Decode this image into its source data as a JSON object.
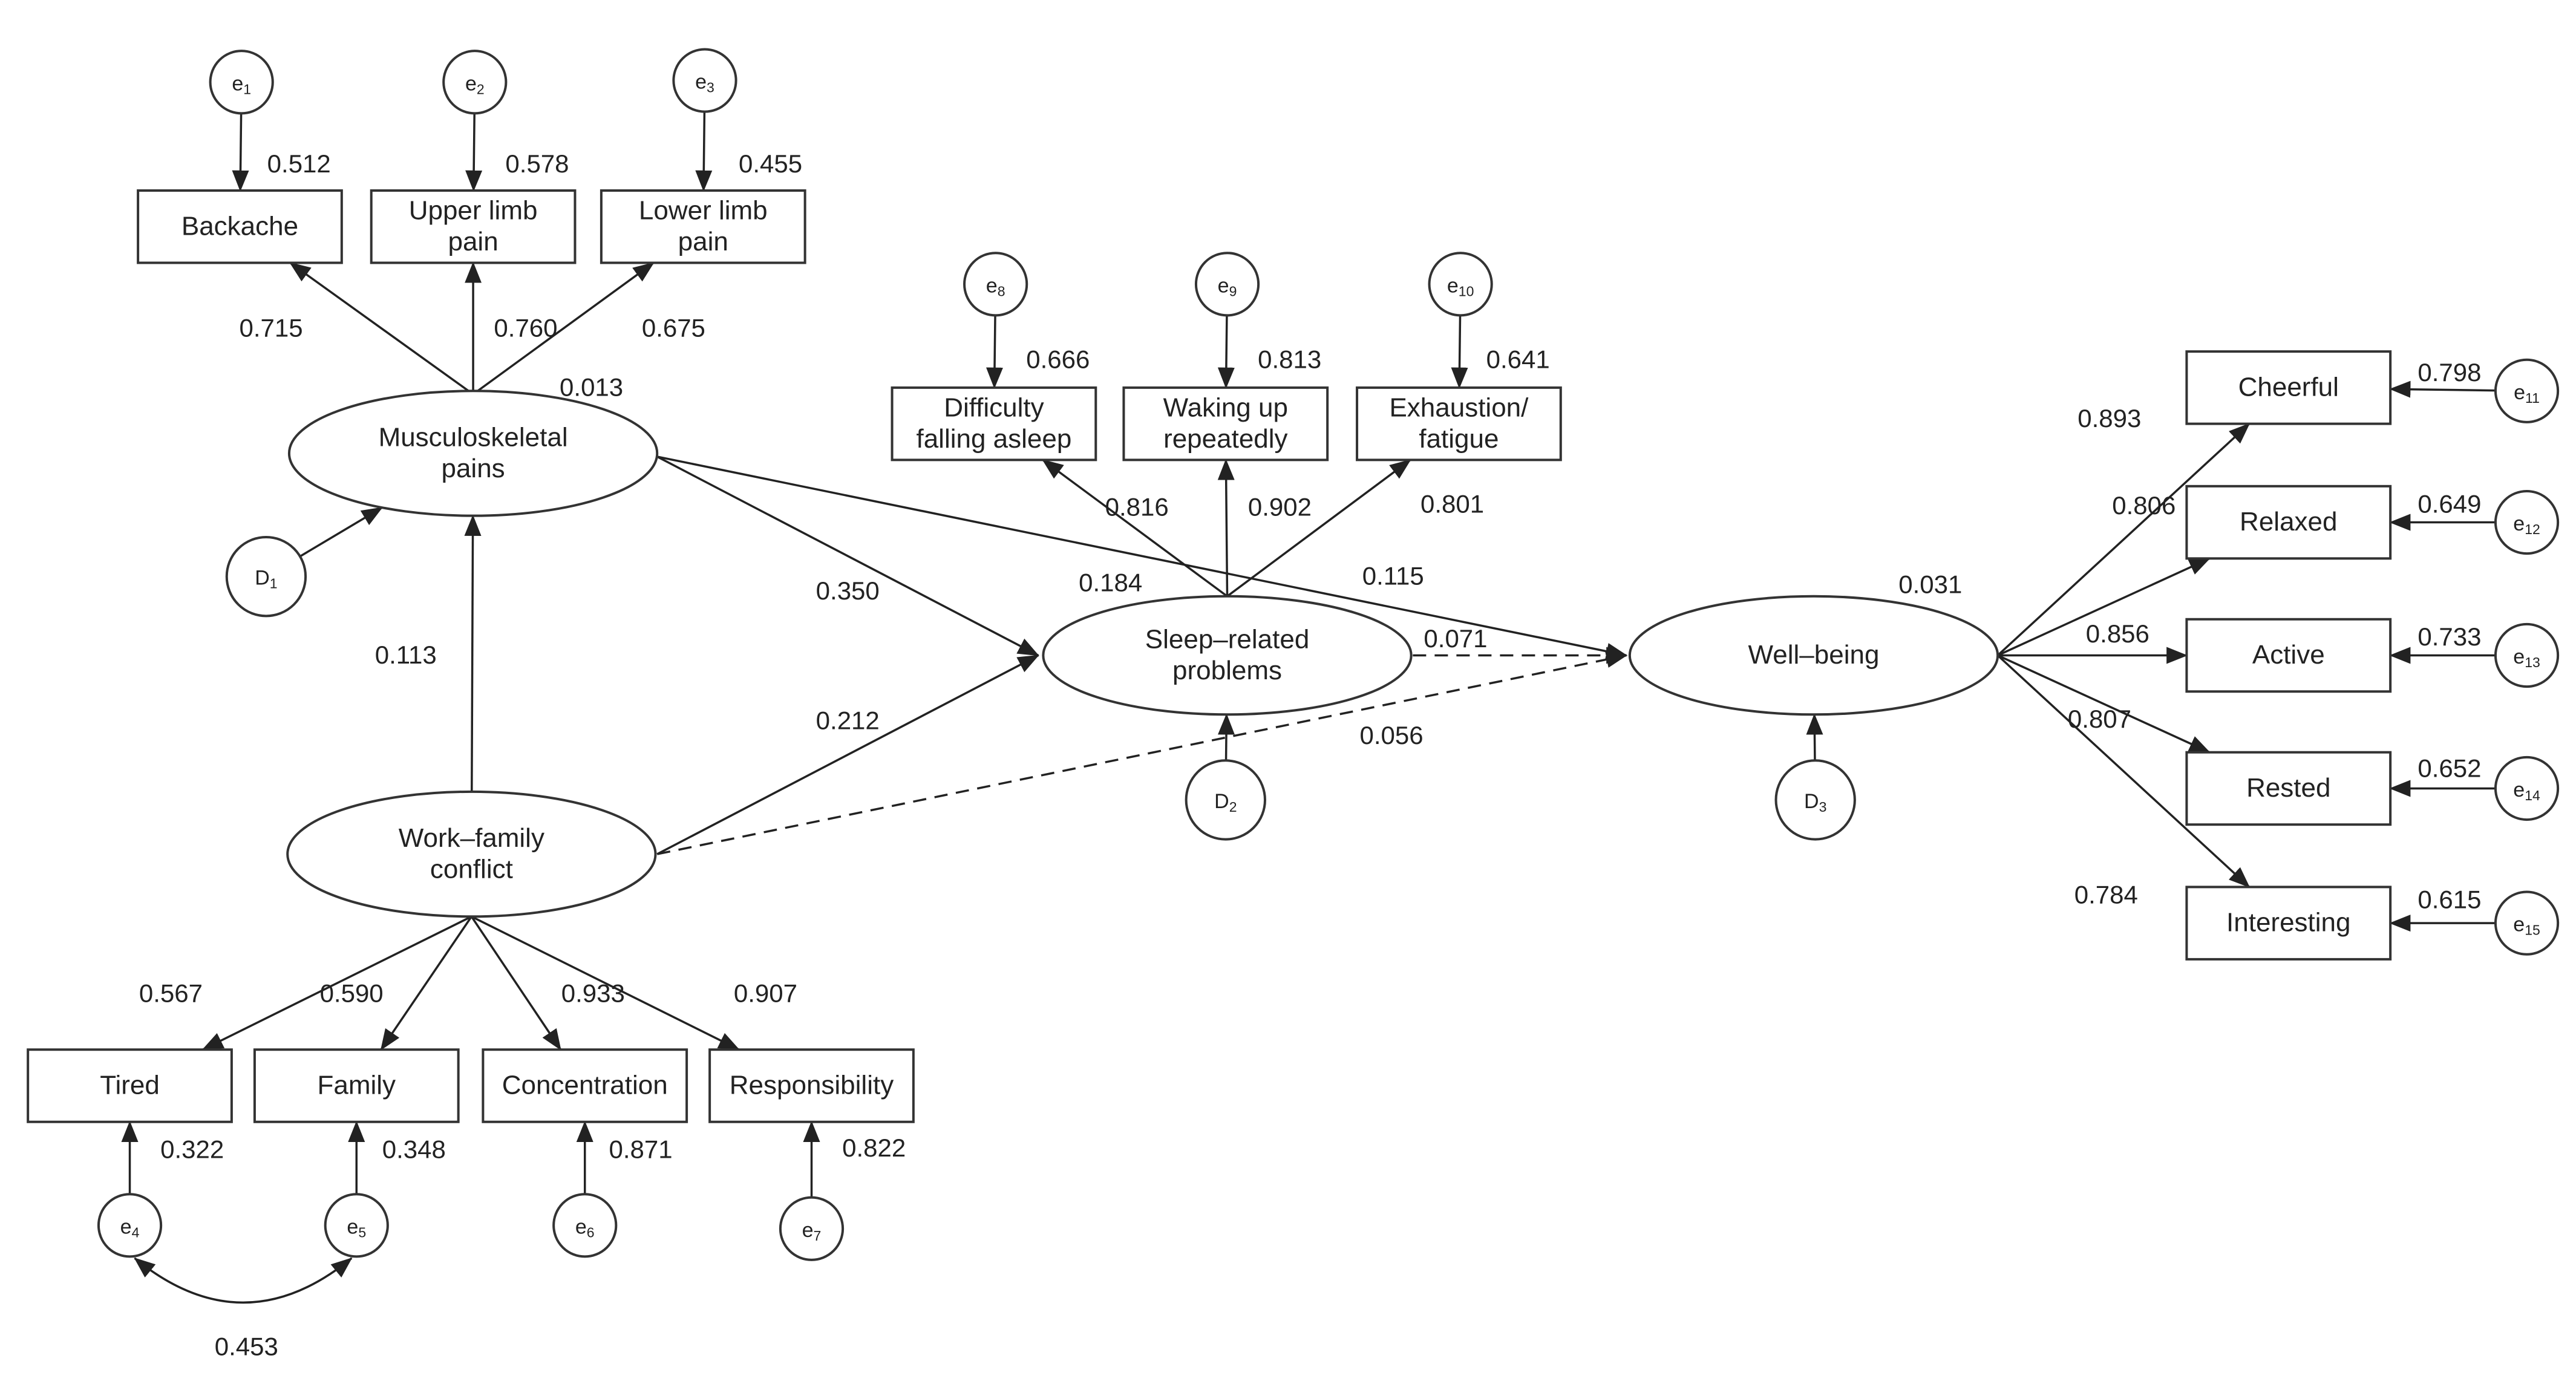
{
  "latent": {
    "msk": [
      "Musculoskeletal",
      "pains"
    ],
    "wfc": [
      "Work–family",
      "conflict"
    ],
    "sleep": [
      "Sleep–related",
      "problems"
    ],
    "wb": [
      "Well–being"
    ]
  },
  "observed": {
    "backache": [
      "Backache"
    ],
    "upper_limb": [
      "Upper limb",
      "pain"
    ],
    "lower_limb": [
      "Lower limb",
      "pain"
    ],
    "difficulty": [
      "Difficulty",
      "falling asleep"
    ],
    "waking": [
      "Waking up",
      "repeatedly"
    ],
    "exhaustion": [
      "Exhaustion/",
      "fatigue"
    ],
    "tired": [
      "Tired"
    ],
    "family": [
      "Family"
    ],
    "concentration": [
      "Concentration"
    ],
    "responsibility": [
      "Responsibility"
    ],
    "cheerful": [
      "Cheerful"
    ],
    "relaxed": [
      "Relaxed"
    ],
    "active": [
      "Active"
    ],
    "rested": [
      "Rested"
    ],
    "interesting": [
      "Interesting"
    ]
  },
  "errors": {
    "e1": {
      "base": "e",
      "sub": "1"
    },
    "e2": {
      "base": "e",
      "sub": "2"
    },
    "e3": {
      "base": "e",
      "sub": "3"
    },
    "e4": {
      "base": "e",
      "sub": "4"
    },
    "e5": {
      "base": "e",
      "sub": "5"
    },
    "e6": {
      "base": "e",
      "sub": "6"
    },
    "e7": {
      "base": "e",
      "sub": "7"
    },
    "e8": {
      "base": "e",
      "sub": "8"
    },
    "e9": {
      "base": "e",
      "sub": "9"
    },
    "e10": {
      "base": "e",
      "sub": "10"
    },
    "e11": {
      "base": "e",
      "sub": "11"
    },
    "e12": {
      "base": "e",
      "sub": "12"
    },
    "e13": {
      "base": "e",
      "sub": "13"
    },
    "e14": {
      "base": "e",
      "sub": "14"
    },
    "e15": {
      "base": "e",
      "sub": "15"
    },
    "d1": {
      "base": "D",
      "sub": "1"
    },
    "d2": {
      "base": "D",
      "sub": "2"
    },
    "d3": {
      "base": "D",
      "sub": "3"
    }
  },
  "coefficients": {
    "e1": "0.512",
    "e2": "0.578",
    "e3": "0.455",
    "msk_backache": "0.715",
    "msk_upper": "0.760",
    "msk_lower": "0.675",
    "msk_r2": "0.013",
    "wfc_msk": "0.113",
    "msk_sleep": "0.350",
    "wfc_sleep": "0.212",
    "msk_wb": "0.115",
    "sleep_wb": "0.071",
    "wfc_wb": "0.056",
    "sleep_r2": "0.184",
    "wb_r2": "0.031",
    "e8": "0.666",
    "e9": "0.813",
    "e10": "0.641",
    "sleep_difficulty": "0.816",
    "sleep_waking": "0.902",
    "sleep_exhaustion": "0.801",
    "wfc_tired": "0.567",
    "wfc_family": "0.590",
    "wfc_concentration": "0.933",
    "wfc_responsibility": "0.907",
    "e4": "0.322",
    "e5": "0.348",
    "e6": "0.871",
    "e7": "0.822",
    "e4_e5": "0.453",
    "wb_cheerful": "0.893",
    "wb_relaxed": "0.806",
    "wb_active": "0.856",
    "wb_rested": "0.807",
    "wb_interesting": "0.784",
    "e11": "0.798",
    "e12": "0.649",
    "e13": "0.733",
    "e14": "0.652",
    "e15": "0.615"
  }
}
